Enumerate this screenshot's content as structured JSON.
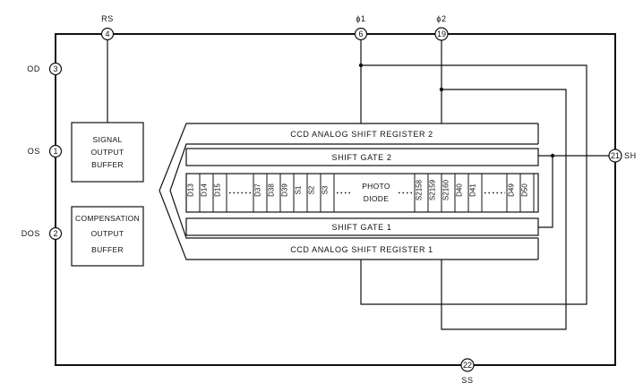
{
  "pins": {
    "rs": {
      "name": "RS",
      "number": "4"
    },
    "phi1": {
      "name": "ϕ1",
      "number": "6"
    },
    "phi2": {
      "name": "ϕ2",
      "number": "19"
    },
    "od": {
      "name": "OD",
      "number": "3"
    },
    "os": {
      "name": "OS",
      "number": "1"
    },
    "dos": {
      "name": "DOS",
      "number": "2"
    },
    "sh": {
      "name": "SH",
      "number": "21"
    },
    "ss": {
      "name": "SS",
      "number": "22"
    }
  },
  "blocks": {
    "signal_buffer": [
      "SIGNAL",
      "OUTPUT",
      "BUFFER"
    ],
    "compensation_buffer": [
      "COMPENSATION",
      "OUTPUT",
      "BUFFER"
    ],
    "shift_register_2": "CCD ANALOG SHIFT REGISTER 2",
    "shift_gate_2": "SHIFT GATE 2",
    "shift_gate_1": "SHIFT GATE 1",
    "shift_register_1": "CCD ANALOG SHIFT REGISTER 1",
    "photodiode": [
      "PHOTO",
      "DIODE"
    ]
  },
  "photodiode_cells": {
    "left": [
      "D13",
      "D14",
      "D15"
    ],
    "mid_left": [
      "D37",
      "D38",
      "D39",
      "S1",
      "S2",
      "S3"
    ],
    "mid_right": [
      "S2158",
      "S2159",
      "S2160",
      "D40",
      "D41"
    ],
    "right": [
      "D49",
      "D50"
    ]
  }
}
